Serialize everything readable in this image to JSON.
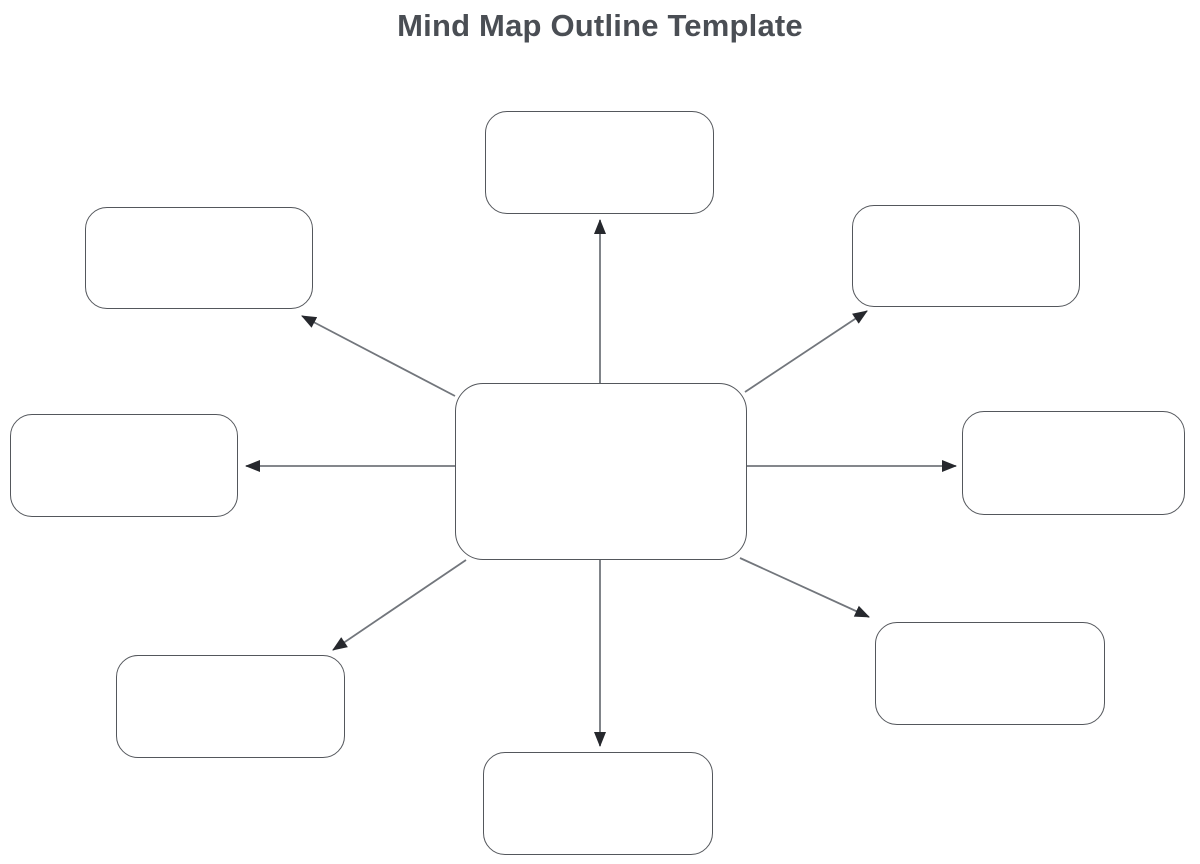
{
  "title": "Mind Map Outline Template",
  "colors": {
    "background": "#ffffff",
    "title_text": "#4a4e54",
    "node_fill": "#ffffff",
    "node_border": "#54575c",
    "connector_line": "#72767c",
    "arrowhead": "#26282d"
  },
  "diagram": {
    "type": "mind-map",
    "nodes": [
      {
        "id": "center",
        "role": "central-topic",
        "label": ""
      },
      {
        "id": "top",
        "role": "branch",
        "label": ""
      },
      {
        "id": "top-right",
        "role": "branch",
        "label": ""
      },
      {
        "id": "right",
        "role": "branch",
        "label": ""
      },
      {
        "id": "bottom-right",
        "role": "branch",
        "label": ""
      },
      {
        "id": "bottom",
        "role": "branch",
        "label": ""
      },
      {
        "id": "bottom-left",
        "role": "branch",
        "label": ""
      },
      {
        "id": "left",
        "role": "branch",
        "label": ""
      },
      {
        "id": "top-left",
        "role": "branch",
        "label": ""
      }
    ],
    "edges": [
      {
        "from": "center",
        "to": "top",
        "arrowhead": "outward"
      },
      {
        "from": "center",
        "to": "top-right",
        "arrowhead": "outward"
      },
      {
        "from": "center",
        "to": "right",
        "arrowhead": "outward"
      },
      {
        "from": "center",
        "to": "bottom-right",
        "arrowhead": "outward"
      },
      {
        "from": "center",
        "to": "bottom",
        "arrowhead": "outward"
      },
      {
        "from": "center",
        "to": "bottom-left",
        "arrowhead": "outward"
      },
      {
        "from": "center",
        "to": "left",
        "arrowhead": "outward"
      },
      {
        "from": "center",
        "to": "top-left",
        "arrowhead": "outward"
      }
    ]
  }
}
